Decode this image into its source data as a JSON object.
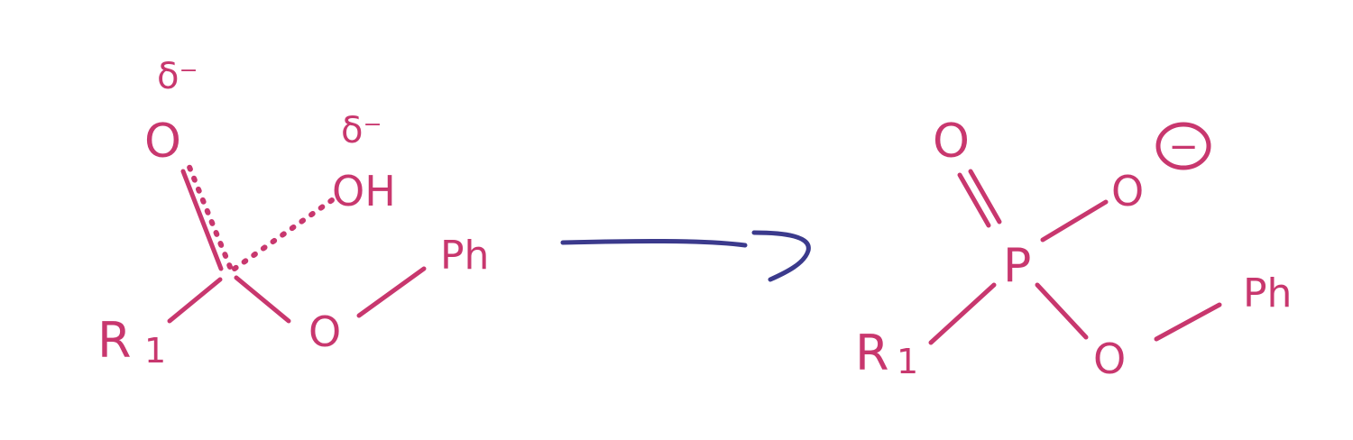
{
  "colors": {
    "ink": "#c8376e",
    "arrow": "#3b3a8c",
    "background": "#ffffff"
  },
  "reactant": {
    "delta_top": "δ⁻",
    "oxygen_top": "O",
    "delta_right": "δ⁻",
    "hydroxyl": "OH",
    "r_group": "R",
    "r_subscript": "1",
    "ester_oxygen": "O",
    "phenyl": "Ph"
  },
  "product": {
    "oxygen_double": "O",
    "phosphorus": "P",
    "oxygen_anion": "O",
    "charge": "−",
    "r_group": "R",
    "r_subscript": "1",
    "ester_oxygen": "O",
    "phenyl": "Ph"
  }
}
